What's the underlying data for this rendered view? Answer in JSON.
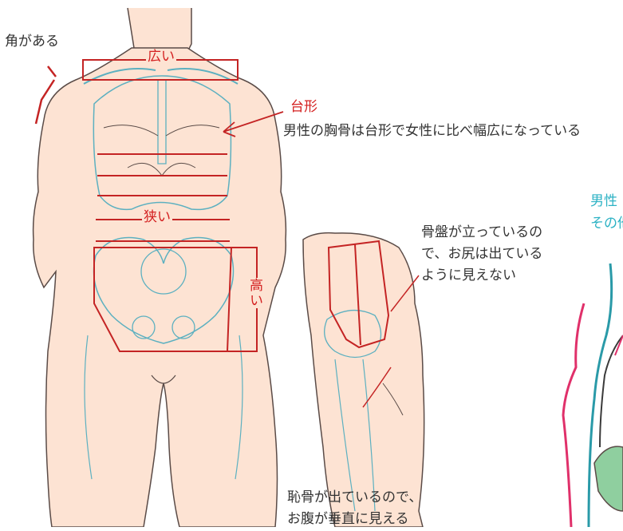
{
  "labels": {
    "corner": "角がある",
    "wide": "広い",
    "trapezoid": "台形",
    "chest_note": "男性の胸骨は台形で女性に比べ幅広になっている",
    "narrow": "狭い",
    "tall": "高い",
    "pelvis_note": [
      "骨盤が立っているの",
      "で、お尻は出ている",
      "ように見えない"
    ],
    "pubic_note": [
      "恥骨が出ているので、",
      "お腹が垂直に見える"
    ],
    "male_caption_a": "男性",
    "male_caption_b": "その他"
  },
  "colors": {
    "skin": "#fde3d3",
    "outline": "#5a4b47",
    "bone": "#5cb0c0",
    "red_guide": "#c42424",
    "pink_line": "#e0306a",
    "teal_text": "#2cb2c4",
    "green_fill": "#8fcf9f"
  }
}
